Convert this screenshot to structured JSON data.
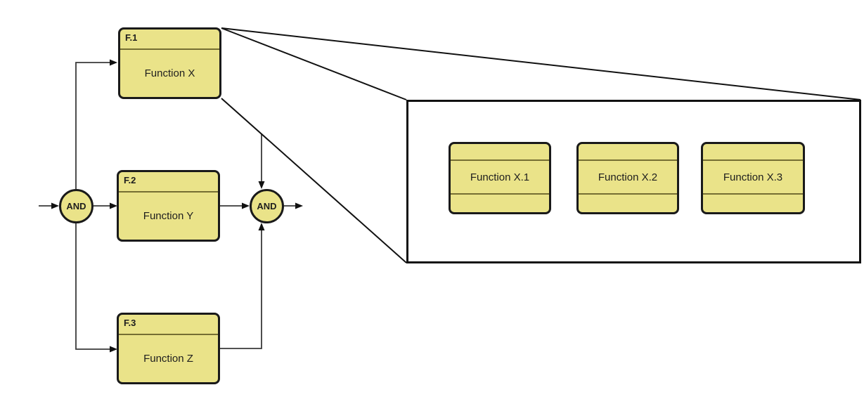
{
  "colors": {
    "block_fill": "#eae389",
    "block_border": "#1a1a1a",
    "divider": "#756e33",
    "wire": "#3a3a3a",
    "zoom_line": "#111111",
    "background": "#ffffff"
  },
  "main_flow": {
    "input_gate": {
      "label": "AND"
    },
    "output_gate": {
      "label": "AND"
    },
    "blocks": [
      {
        "code": "F.1",
        "name": "Function X"
      },
      {
        "code": "F.2",
        "name": "Function Y"
      },
      {
        "code": "F.3",
        "name": "Function Z"
      }
    ]
  },
  "detail_panel": {
    "blocks": [
      {
        "name": "Function X.1"
      },
      {
        "name": "Function X.2"
      },
      {
        "name": "Function X.3"
      }
    ]
  }
}
